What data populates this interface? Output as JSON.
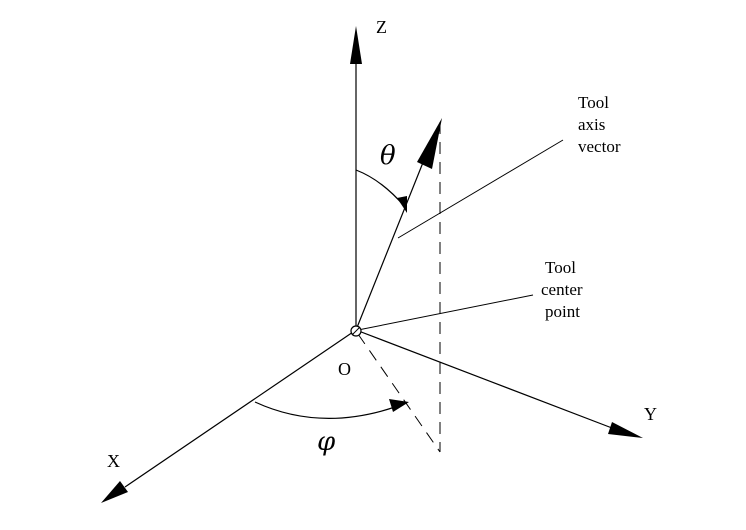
{
  "axes": {
    "z_label": "Z",
    "y_label": "Y",
    "x_label": "X",
    "origin_label": "O"
  },
  "angles": {
    "theta": "θ",
    "phi": "φ"
  },
  "annotations": {
    "tool_axis_vector": [
      "Tool",
      "axis",
      "vector"
    ],
    "tool_center_point": [
      "Tool",
      "center",
      "point"
    ]
  },
  "colors": {
    "stroke": "#000000",
    "background": "#ffffff"
  }
}
